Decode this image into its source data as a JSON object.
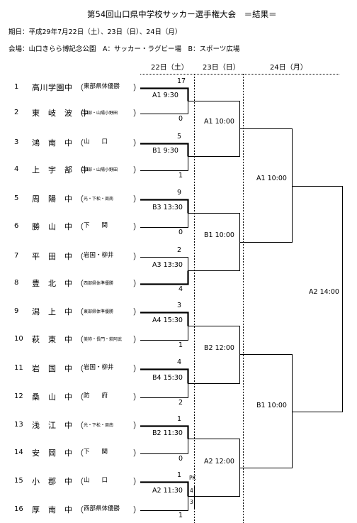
{
  "title": "第54回山口県中学校サッカー選手権大会　＝結果＝",
  "period": "期日：平成29年7月22日（土）、23日（日）、24日（月）",
  "venue": "会場：山口きらら博記念公園　A：サッカー・ラグビー場　B：スポーツ広場",
  "days": [
    "22日（土）",
    "23日（日）",
    "24日（月）"
  ],
  "teams": [
    {
      "no": "1",
      "name": "高川学園中",
      "region": "東部県体優勝"
    },
    {
      "no": "2",
      "name": "東　岐　波　中",
      "region": "宇部・山陽小野田"
    },
    {
      "no": "3",
      "name": "鴻　南　中",
      "region": "山　　口"
    },
    {
      "no": "4",
      "name": "上　宇　部　中",
      "region": "宇部・山陽小野田"
    },
    {
      "no": "5",
      "name": "周　陽　中",
      "region": "光・下松・周南"
    },
    {
      "no": "6",
      "name": "勝　山　中",
      "region": "下　　関"
    },
    {
      "no": "7",
      "name": "平　田　中",
      "region": "岩国・柳井"
    },
    {
      "no": "8",
      "name": "豊　北　中",
      "region": "西部県体準優勝"
    },
    {
      "no": "9",
      "name": "潟　上　中",
      "region": "東部県体準優勝"
    },
    {
      "no": "10",
      "name": "萩　東　中",
      "region": "美祢・長門・萩阿武"
    },
    {
      "no": "11",
      "name": "岩　国　中",
      "region": "岩国・柳井"
    },
    {
      "no": "12",
      "name": "桑　山　中",
      "region": "防　　府"
    },
    {
      "no": "13",
      "name": "浅　江　中",
      "region": "光・下松・周南"
    },
    {
      "no": "14",
      "name": "安　岡　中",
      "region": "下　　関"
    },
    {
      "no": "15",
      "name": "小　郡　中",
      "region": "山　　口"
    },
    {
      "no": "16",
      "name": "厚　南　中",
      "region": "西部県体優勝"
    }
  ],
  "round1": [
    {
      "match": "A1 9:30",
      "top": "17",
      "bottom": "0"
    },
    {
      "match": "B1 9:30",
      "top": "5",
      "bottom": "1"
    },
    {
      "match": "B3 13:30",
      "top": "9",
      "bottom": "0"
    },
    {
      "match": "A3 13:30",
      "top": "2",
      "bottom": "4"
    },
    {
      "match": "A4 15:30",
      "top": "3",
      "bottom": "1"
    },
    {
      "match": "B4 15:30",
      "top": "4",
      "bottom": "2"
    },
    {
      "match": "B2 11:30",
      "top": "1",
      "bottom": "0"
    },
    {
      "match": "A2 11:30",
      "top": "1",
      "bottom": "1",
      "pk_label": "PK",
      "pk_top": "4",
      "pk_bottom": "3"
    }
  ],
  "round2": [
    "A1 10:00",
    "B1 10:00",
    "B2 12:00",
    "A2 12:00"
  ],
  "semis": [
    "A1 10:00",
    "B1 10:00"
  ],
  "final": "A2 14:00"
}
